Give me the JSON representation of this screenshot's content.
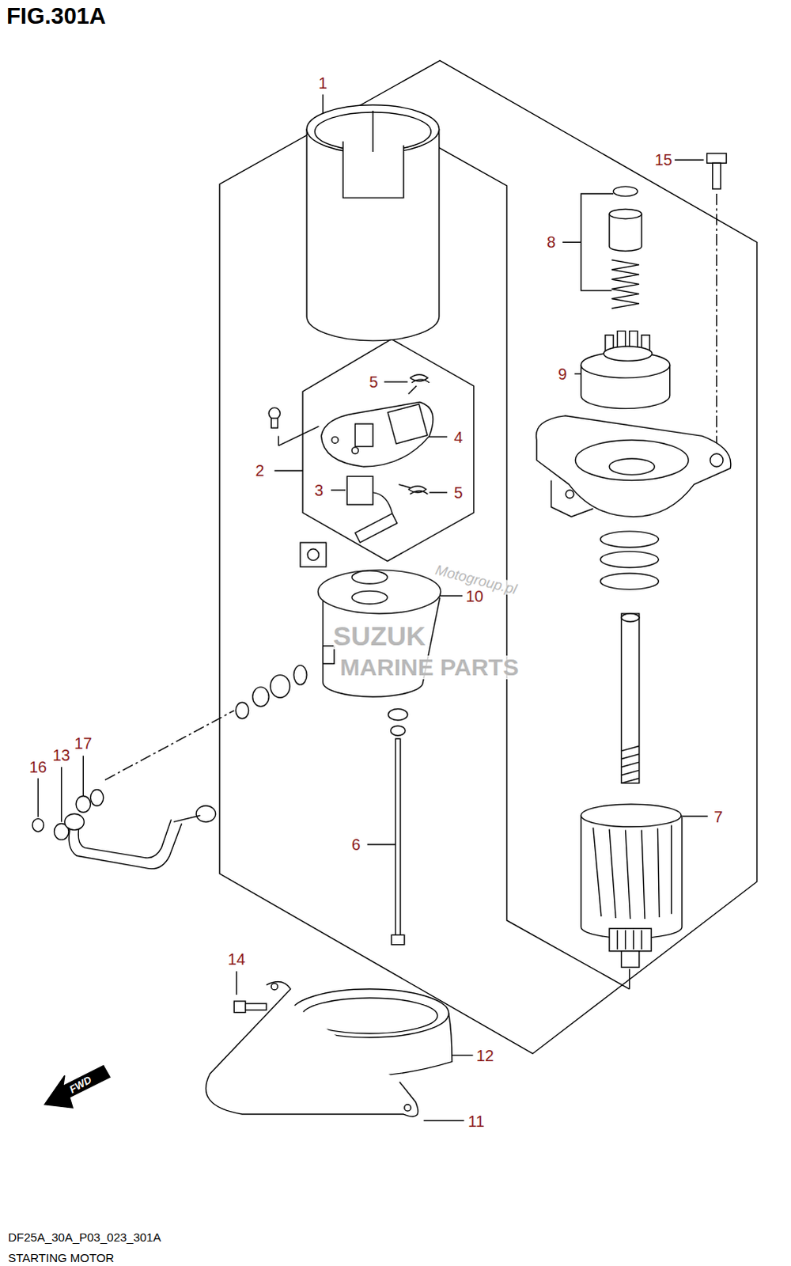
{
  "diagram": {
    "title": "FIG.301A",
    "caption": "STARTING MOTOR",
    "labels": [
      "1",
      "2",
      "3",
      "4",
      "5",
      "5",
      "6",
      "7",
      "8",
      "9",
      "10",
      "11",
      "12",
      "13",
      "14",
      "15",
      "16",
      "17",
      "FWD",
      "Motogroup.pl",
      "SUZUK",
      "MARINE PARTS",
      "DF25A_30A_P03_023_301A"
    ]
  }
}
